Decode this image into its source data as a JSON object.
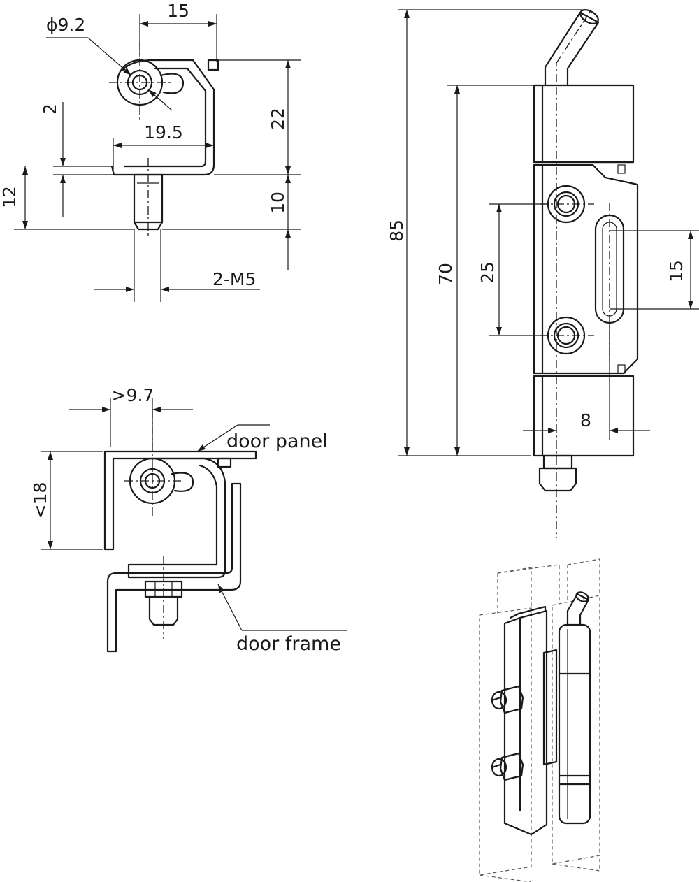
{
  "top_view": {
    "dia_label": "ϕ9.2",
    "width_label": "15",
    "span_label": "19.5",
    "thickness_label": "2",
    "height_label": "22",
    "stud_len_label": "10",
    "overall_label": "12",
    "thread_label": "2-M5"
  },
  "install_view": {
    "offset_label": ">9.7",
    "gap_label": "<18",
    "panel_label": "door panel",
    "frame_label": "door frame"
  },
  "front_view": {
    "total_label": "85",
    "body_label": "70",
    "hole_pitch_label": "25",
    "slot_label": "15",
    "offset_label": "8"
  },
  "colors": {
    "line": "#1a1a1a",
    "background": "#ffffff"
  }
}
